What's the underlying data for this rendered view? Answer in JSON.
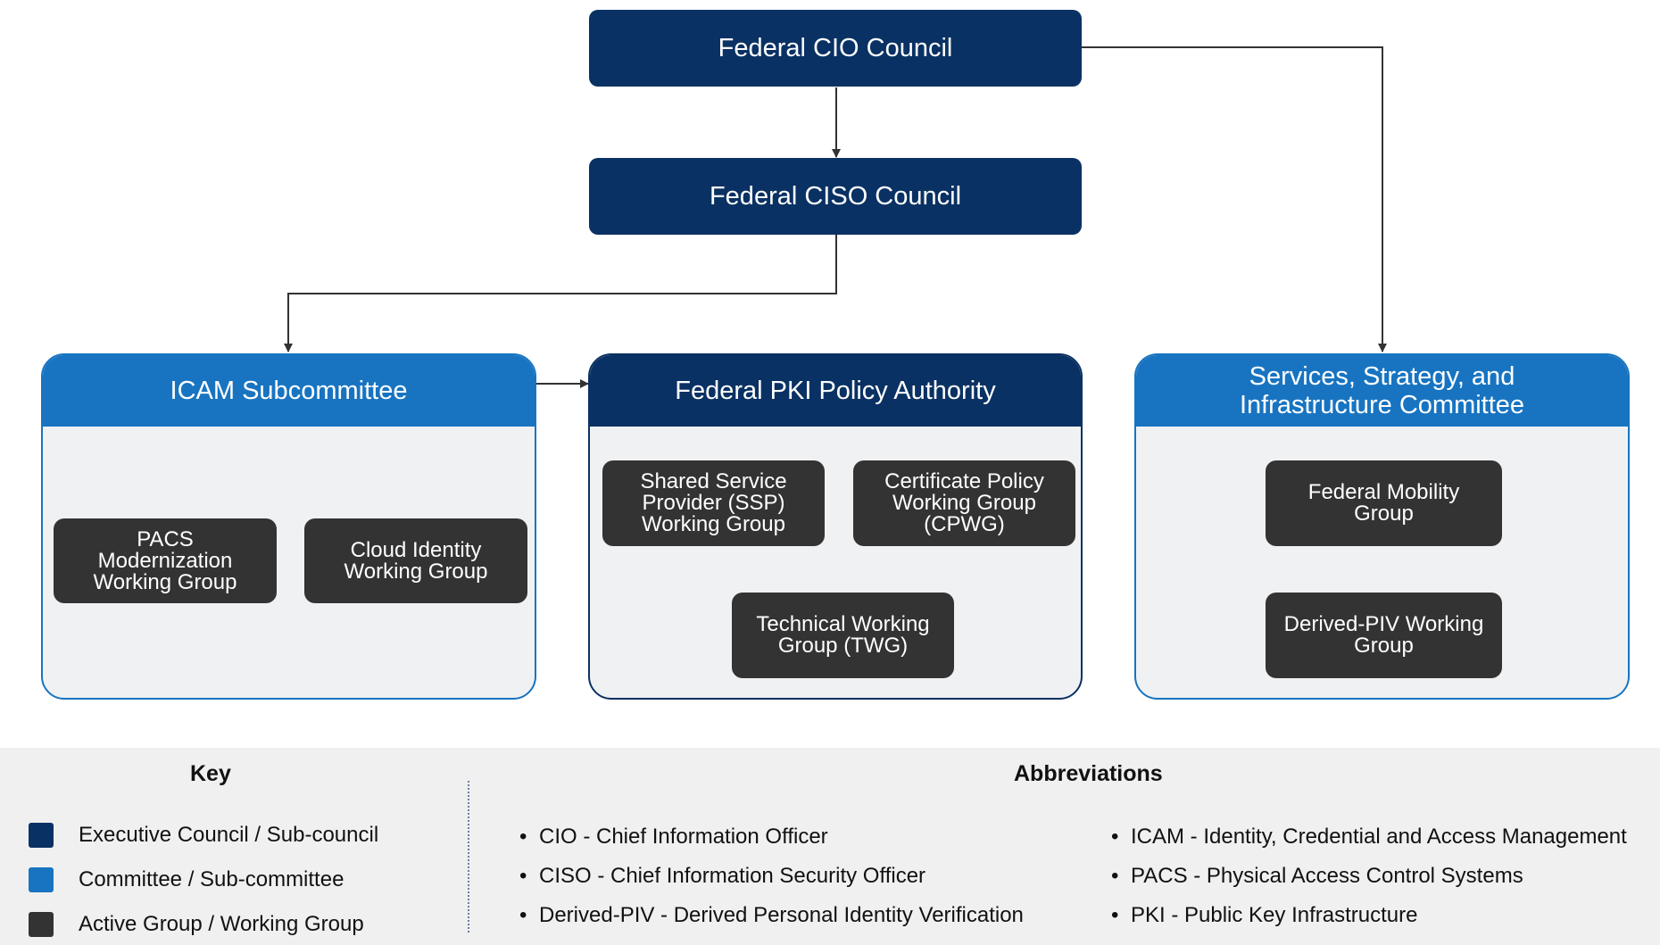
{
  "colors": {
    "executive": "#0a3163",
    "committee": "#1874c1",
    "working_group": "#333333",
    "panel_bg": "#f0f1f3",
    "footer_bg": "#f0f0f0"
  },
  "councils": {
    "cio": "Federal CIO Council",
    "ciso": "Federal CISO Council"
  },
  "icam": {
    "title": "ICAM Subcommittee",
    "groups": [
      "PACS\nModernization\nWorking Group",
      "Cloud Identity\nWorking Group"
    ]
  },
  "fpki": {
    "title": "Federal PKI Policy Authority",
    "groups": [
      "Shared Service\nProvider (SSP)\nWorking Group",
      "Certificate Policy\nWorking Group\n(CPWG)",
      "Technical Working\nGroup (TWG)"
    ]
  },
  "ssi": {
    "title": "Services, Strategy, and\nInfrastructure Committee",
    "groups": [
      "Federal Mobility\nGroup",
      "Derived-PIV Working\nGroup"
    ]
  },
  "key": {
    "title": "Key",
    "items": [
      {
        "label": "Executive Council / Sub-council",
        "color": "#0a3163"
      },
      {
        "label": "Committee / Sub-committee",
        "color": "#1874c1"
      },
      {
        "label": "Active Group / Working Group",
        "color": "#333333"
      }
    ]
  },
  "abbreviations": {
    "title": "Abbreviations",
    "left": [
      "CIO - Chief Information Officer",
      "CISO - Chief Information Security Officer",
      "Derived-PIV - Derived Personal Identity Verification"
    ],
    "right": [
      "ICAM - Identity, Credential and Access Management",
      "PACS - Physical Access Control Systems",
      "PKI - Public Key Infrastructure"
    ]
  }
}
